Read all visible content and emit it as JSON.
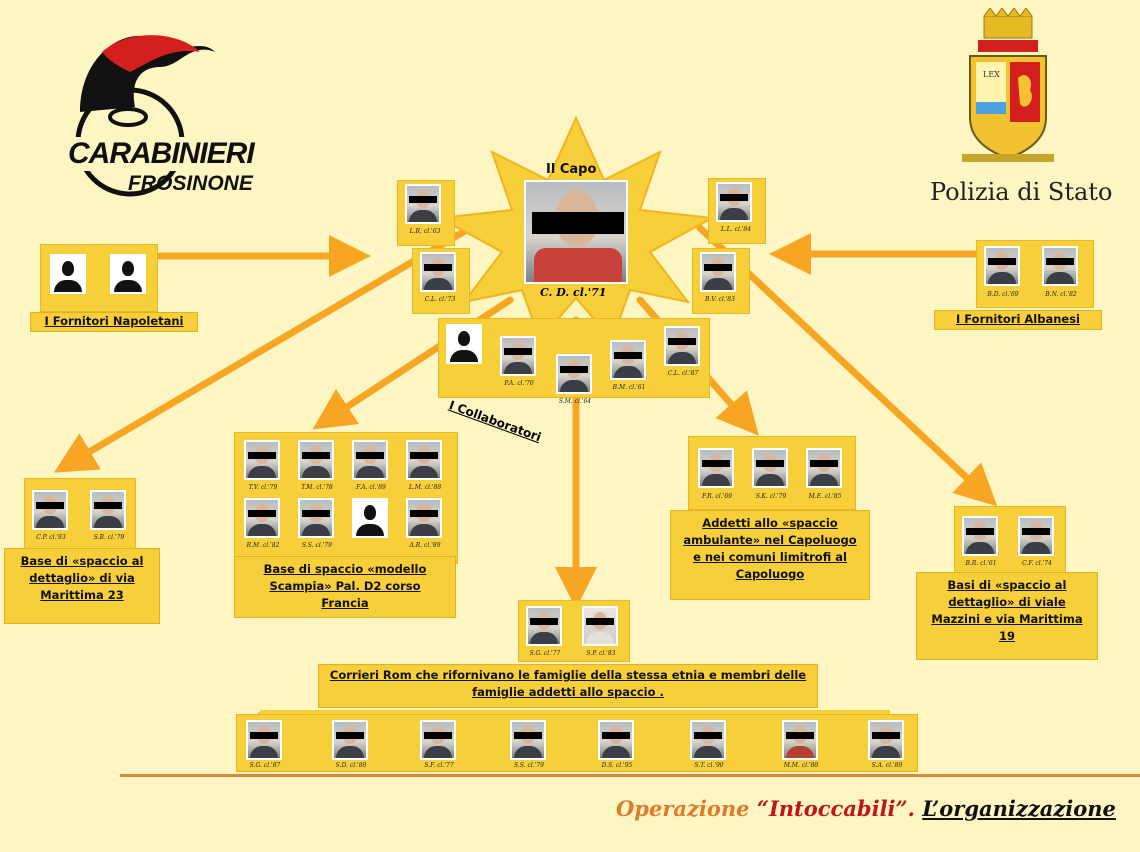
{
  "logos": {
    "carabinieri_line1": "CARABINIERI",
    "carabinieri_line2": "FROSINONE",
    "crest_lex": "LEX",
    "polizia": "Polizia di Stato"
  },
  "capo": {
    "title": "Il Capo",
    "caption": "C. D. cl.'71"
  },
  "inner_circle": [
    {
      "caption": "L.R. cl.'63"
    },
    {
      "caption": "C.L. cl.'73"
    },
    {
      "caption": "L.L. cl.'84"
    },
    {
      "caption": "B.V. cl.'83"
    }
  ],
  "fornitori_napoletani": {
    "label": "I Fornitori Napoletani"
  },
  "fornitori_albanesi": {
    "label": "I Fornitori Albanesi",
    "members": [
      {
        "caption": "B.D. cl.'69"
      },
      {
        "caption": "B.N. cl.'82"
      }
    ]
  },
  "collaboratori": {
    "label": "I Collaboratori",
    "members": [
      {
        "caption": ""
      },
      {
        "caption": "P.A. cl.'70"
      },
      {
        "caption": "S.M. cl.'64"
      },
      {
        "caption": "B.M. cl.'61"
      },
      {
        "caption": "C.L. cl.'87"
      }
    ]
  },
  "base_marittima23": {
    "label": "Base di «spaccio al dettaglio» di via Marittima 23",
    "members": [
      {
        "caption": "C.P. cl.'93"
      },
      {
        "caption": "S.B. cl.'79"
      }
    ]
  },
  "base_scampia": {
    "label": "Base di spaccio «modello Scampia» Pal. D2 corso Francia",
    "members": [
      {
        "caption": "T.V. cl.'79"
      },
      {
        "caption": "T.M. cl.'78"
      },
      {
        "caption": "F.A. cl.'89"
      },
      {
        "caption": "L.M. cl.'88"
      },
      {
        "caption": "R.M. cl.'82"
      },
      {
        "caption": "S.S. cl.'79"
      },
      {
        "caption": ""
      },
      {
        "caption": "A.R. cl.'89"
      }
    ]
  },
  "ambulante": {
    "label": "Addetti allo «spaccio ambulante» nel Capoluogo e nei comuni limitrofi al Capoluogo",
    "members": [
      {
        "caption": "F.R. cl.'69"
      },
      {
        "caption": "S.K. cl.'79"
      },
      {
        "caption": "M.E. cl.'85"
      }
    ]
  },
  "base_mazzini": {
    "label": "Basi di «spaccio al dettaglio» di viale Mazzini e via Marittima 19",
    "members": [
      {
        "caption": "B.R. cl.'61"
      },
      {
        "caption": "C.F. cl.'74"
      }
    ]
  },
  "corrieri": {
    "label": "Corrieri Rom che rifornivano le famiglie della stessa etnia e membri delle famiglie addetti allo spaccio .",
    "leaders": [
      {
        "caption": "S.G. cl.'77"
      },
      {
        "caption": "S.P. cl.'83"
      }
    ],
    "members": [
      {
        "caption": "S.G. cl.'87"
      },
      {
        "caption": "S.D. cl.'88"
      },
      {
        "caption": "S.F. cl.'77"
      },
      {
        "caption": "S.S. cl.'79"
      },
      {
        "caption": "D.S. cl.'95"
      },
      {
        "caption": "S.T. cl.'90"
      },
      {
        "caption": "M.M. cl.'88"
      },
      {
        "caption": "S.A. cl.'89"
      }
    ]
  },
  "footer": {
    "operazione": "Operazione ",
    "name": "“Intoccabili”.",
    "subtitle": "L’organizzazione"
  },
  "colors": {
    "background": "#fdf6c3",
    "box": "#f7cf3a",
    "arrow": "#f6a623",
    "accent_red": "#c0141c",
    "orange_text": "#e07a2a"
  }
}
